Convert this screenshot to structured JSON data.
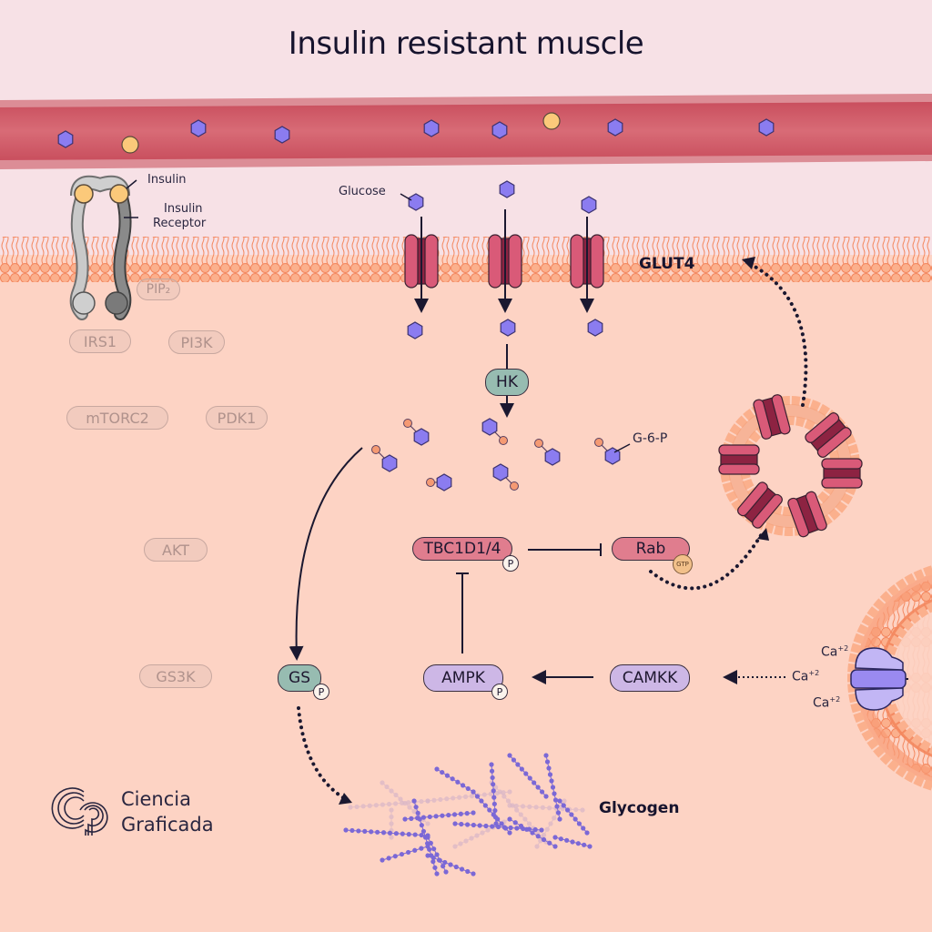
{
  "title": "Insulin resistant muscle",
  "labels": {
    "insulin": "Insulin",
    "insulin_receptor_line1": "Insulin",
    "insulin_receptor_line2": "Receptor",
    "glucose": "Glucose",
    "glut4": "GLUT4",
    "g6p": "G-6-P",
    "glycogen": "Glycogen",
    "ca_top": "Ca",
    "ca_mid": "Ca",
    "ca_bot": "Ca",
    "ca_charge": "+2"
  },
  "faded_nodes": {
    "pip2": "PIP₂",
    "irs1": "IRS1",
    "pi3k": "PI3K",
    "mtorc2": "mTORC2",
    "pdk1": "PDK1",
    "akt": "AKT",
    "gs3k": "GS3K"
  },
  "active_nodes": {
    "hk": "HK",
    "tbc1d1_4": "TBC1D1/4",
    "rab": "Rab",
    "gs": "GS",
    "ampk": "AMPK",
    "camkk": "CAMKK"
  },
  "badges": {
    "phospho": "P",
    "gtp": "GTP"
  },
  "logo": {
    "line1": "Ciencia",
    "line2": "Graficada"
  },
  "colors": {
    "background_top": "#f7e1e6",
    "cytoplasm": "#fdd3c4",
    "blood_vessel": "#d0606c",
    "membrane": "#f89a73",
    "glucose": "#8b7cf0",
    "insulin": "#fbc97a",
    "glut4": "#d95a78",
    "hk_gs": "#97bcb1",
    "tbc_rab": "#e07d8e",
    "ampk_camkk": "#cdb7e6"
  }
}
